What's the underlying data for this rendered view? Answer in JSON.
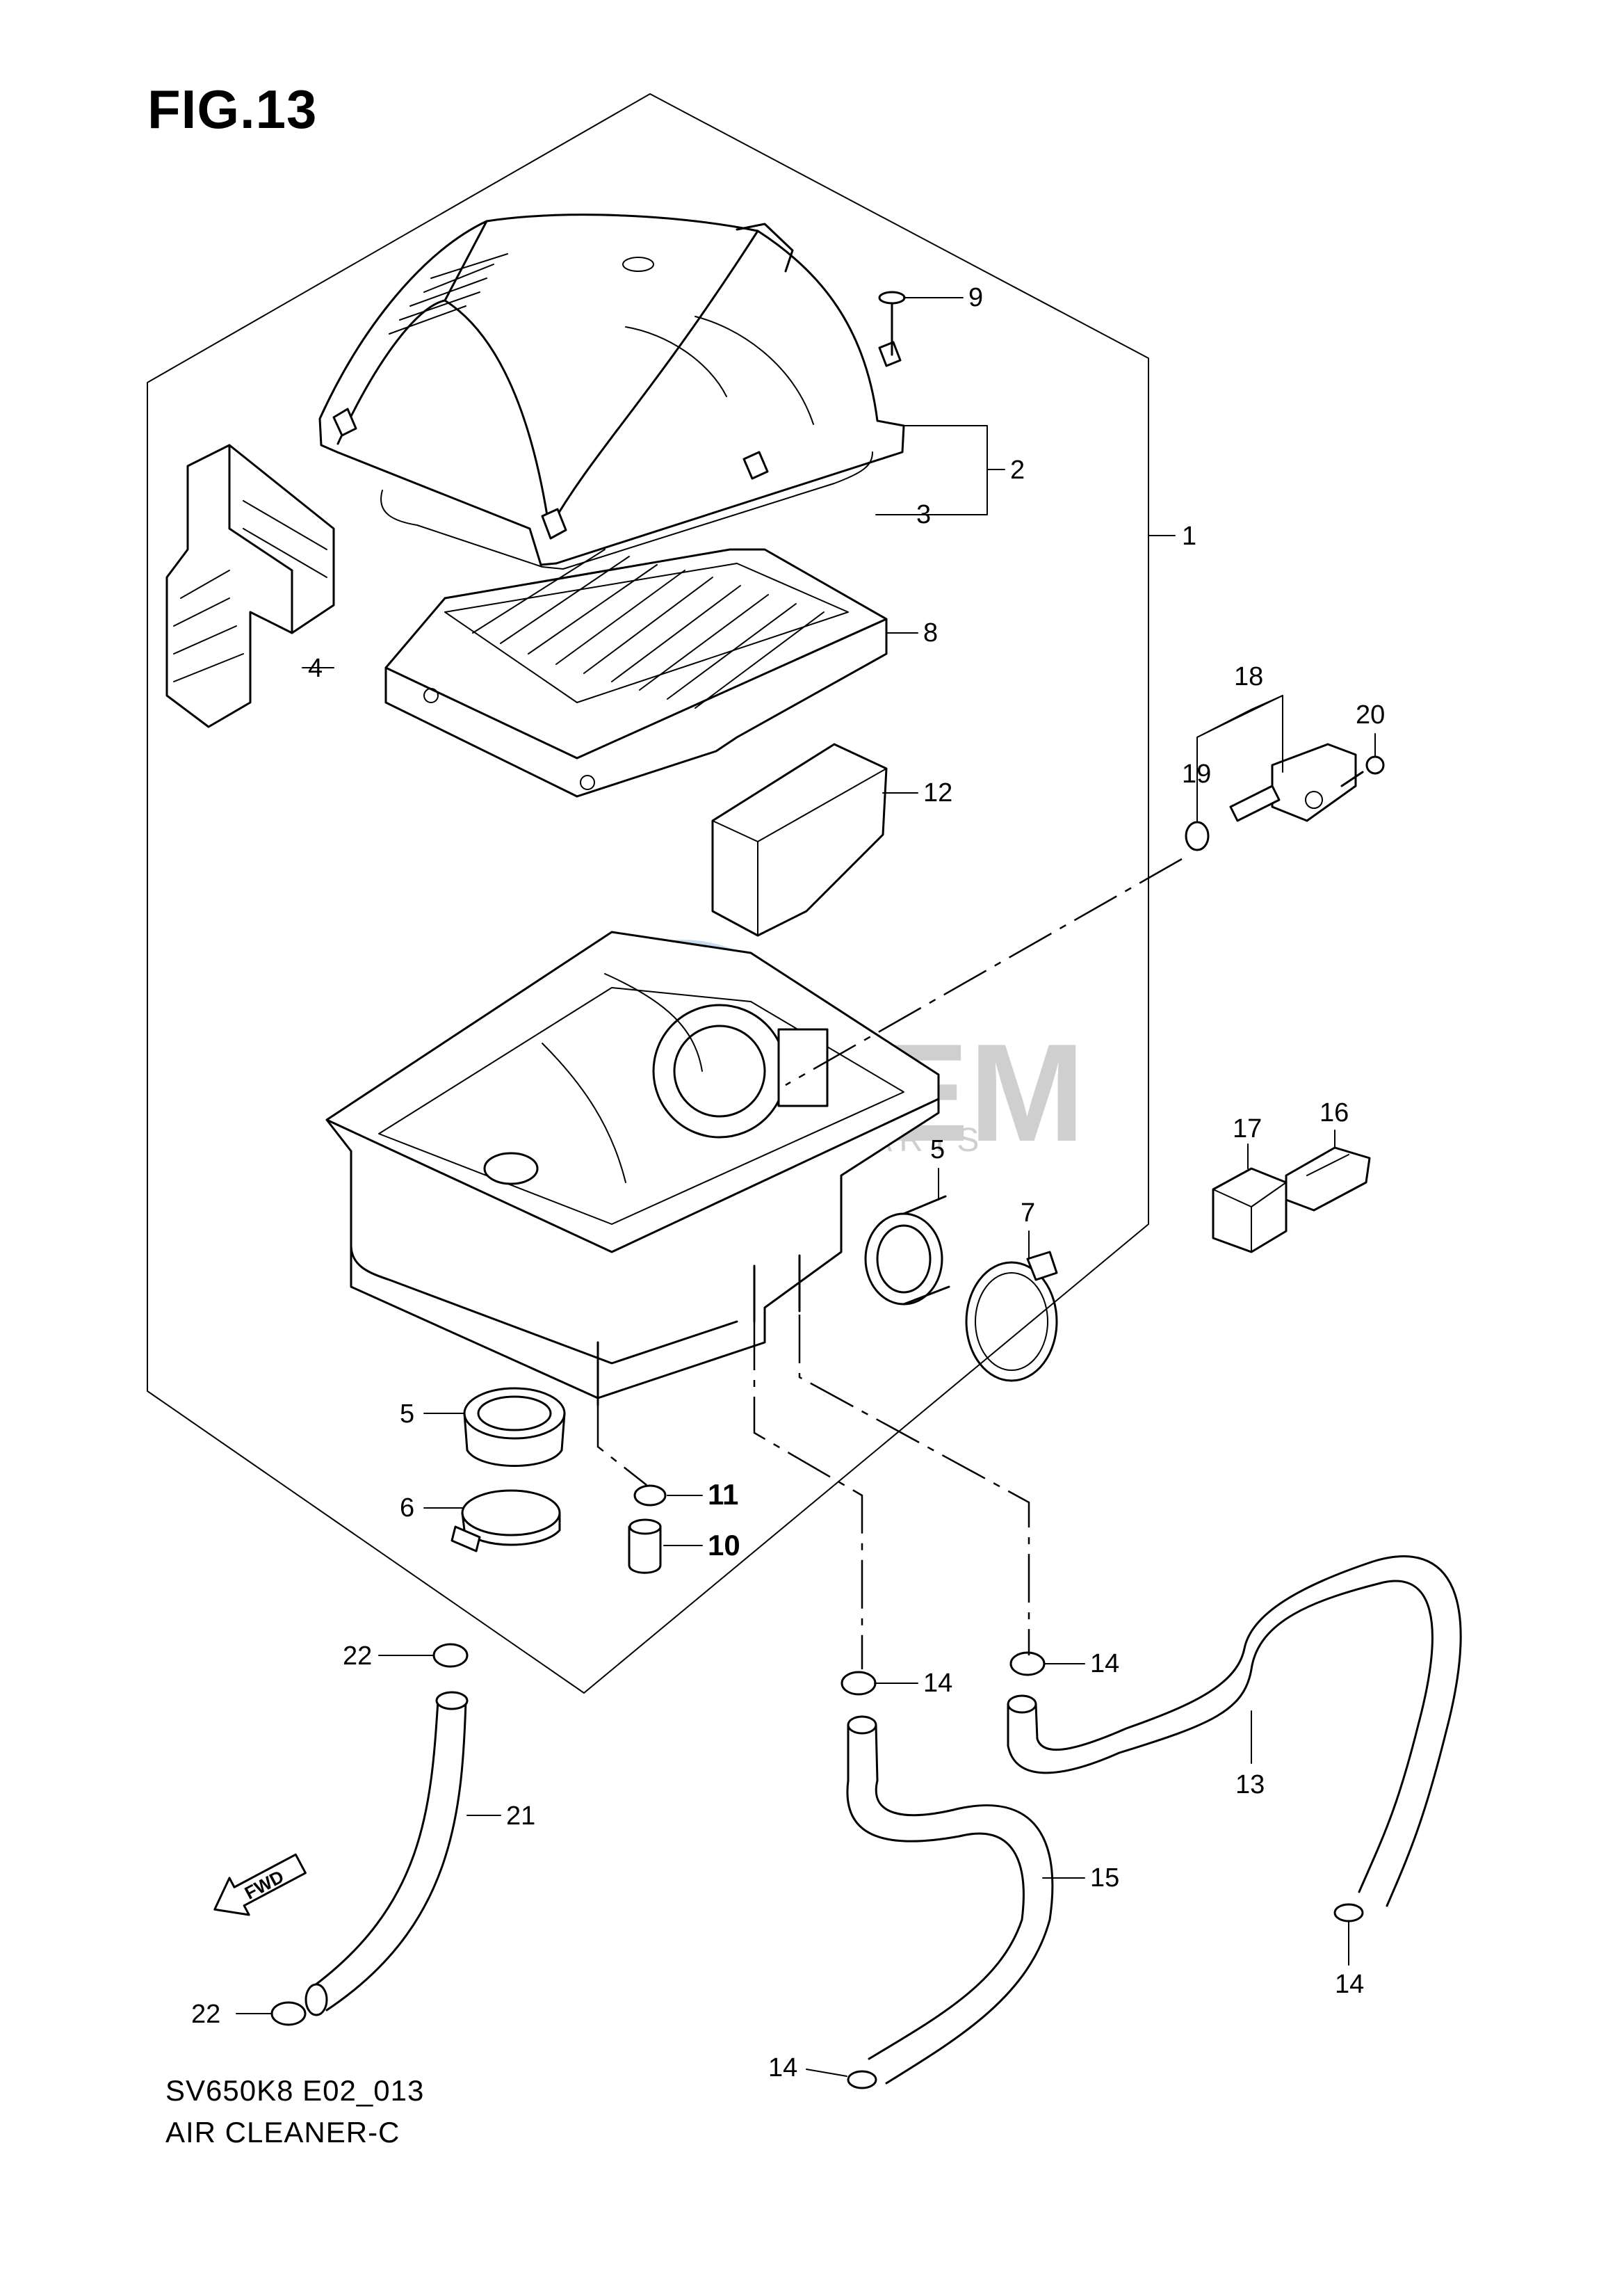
{
  "figure": {
    "title": "FIG.13",
    "code": "SV650K8 E02_013",
    "name": "AIR CLEANER-C"
  },
  "watermark": {
    "brand": "OEM",
    "sub": "MOTORPARTS"
  },
  "direction_arrow": {
    "label": "FWD"
  },
  "callouts": {
    "c1": "1",
    "c2": "2",
    "c3": "3",
    "c4": "4",
    "c5a": "5",
    "c5b": "5",
    "c6": "6",
    "c7": "7",
    "c8": "8",
    "c9": "9",
    "c10": "10",
    "c11": "11",
    "c12": "12",
    "c13": "13",
    "c14a": "14",
    "c14b": "14",
    "c14c": "14",
    "c14d": "14",
    "c15": "15",
    "c16": "16",
    "c17": "17",
    "c18": "18",
    "c19": "19",
    "c20": "20",
    "c21": "21",
    "c22a": "22",
    "c22b": "22"
  }
}
